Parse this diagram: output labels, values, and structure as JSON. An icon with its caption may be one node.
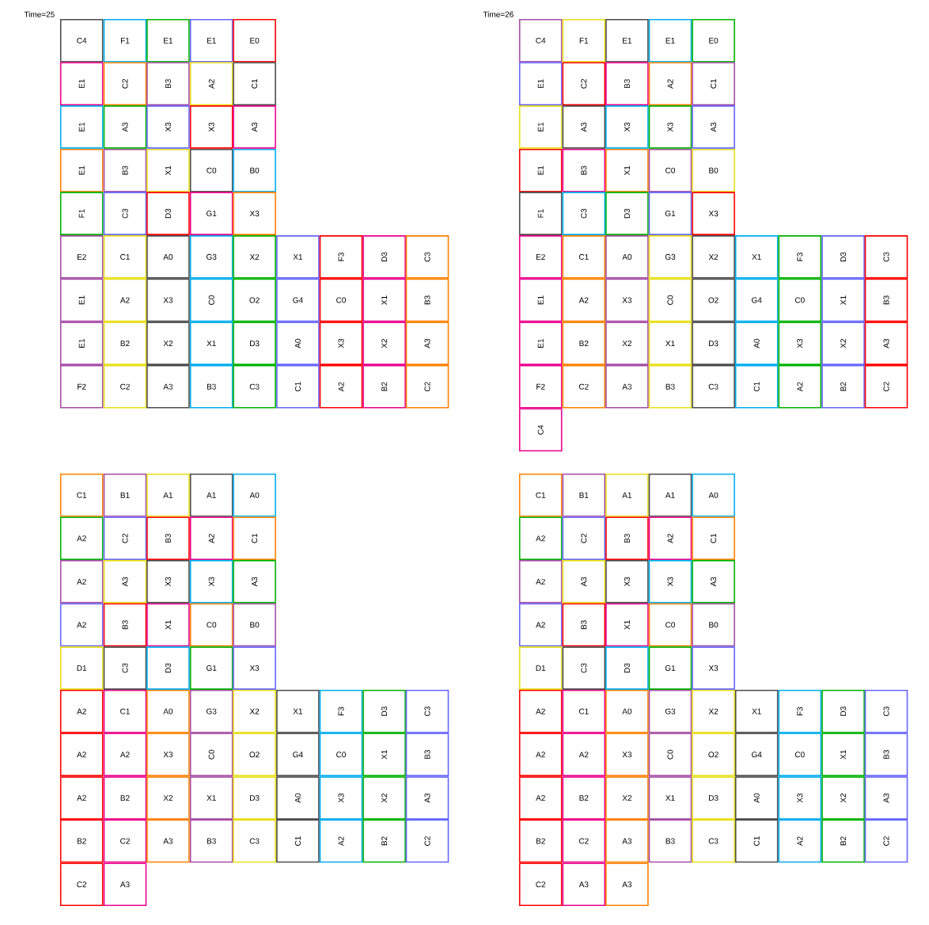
{
  "diagram": {
    "nodes": [
      {
        "text": [
          "C4"
        ]
      },
      {
        "text": [
          "F1"
        ]
      },
      {
        "text": [
          "E1"
        ]
      },
      {
        "text": [
          "E1"
        ]
      },
      {
        "text": [
          "E0"
        ]
      },
      {
        "text": [
          "E1"
        ]
      },
      {
        "text": [
          "C2"
        ]
      },
      {
        "text": [
          "B3"
        ]
      },
      {
        "text": [
          "A2"
        ]
      },
      {
        "text": [
          "C1"
        ]
      },
      {
        "text": [
          "E1"
        ]
      },
      {
        "text": [
          "A3"
        ]
      },
      {
        "text": [
          "X3"
        ]
      },
      {
        "text": [
          "X3"
        ]
      },
      {
        "text": [
          "A3"
        ]
      },
      {
        "text": [
          "E1"
        ]
      },
      {
        "text": [
          "B3"
        ]
      },
      {
        "text": [
          "X1"
        ]
      },
      {
        "text": [
          "C0"
        ]
      },
      {
        "text": [
          "B0"
        ]
      },
      {
        "text": [
          "F1"
        ]
      },
      {
        "text": [
          "C3"
        ]
      },
      {
        "text": [
          "D3"
        ]
      },
      {
        "text": [
          "G1"
        ]
      },
      {
        "text": [
          "X3"
        ]
      },
      {
        "text": [
          "E2"
        ]
      },
      {
        "text": [
          "C1"
        ]
      },
      {
        "text": [
          "A0"
        ]
      },
      {
        "text": [
          "G3"
        ]
      },
      {
        "text": [
          "X2"
        ]
      },
      {
        "text": [
          "X1"
        ]
      },
      {
        "text": [
          "F3"
        ]
      },
      {
        "text": [
          "D3"
        ]
      },
      {
        "text": [
          "C3"
        ]
      },
      {
        "text": [
          "E1"
        ]
      },
      {
        "text": [
          "A2"
        ]
      },
      {
        "text": [
          "X3"
        ]
      },
      {
        "text": [
          "C0"
        ]
      },
      {
        "text": [
          "O2"
        ]
      },
      {
        "text": [
          "G4"
        ]
      },
      {
        "text": [
          "C0"
        ]
      },
      {
        "text": [
          "X1"
        ]
      },
      {
        "text": [
          "B3"
        ]
      },
      {
        "text": [
          "E1"
        ]
      },
      {
        "text": [
          "B2"
        ]
      },
      {
        "text": [
          "X2"
        ]
      },
      {
        "text": [
          "X1"
        ]
      },
      {
        "text": [
          "D3"
        ]
      },
      {
        "text": [
          "A0"
        ]
      },
      {
        "text": [
          "X3"
        ]
      },
      {
        "text": [
          "X2"
        ]
      },
      {
        "text": [
          "A3"
        ]
      },
      {
        "text": [
          "F2"
        ]
      },
      {
        "text": [
          "C2"
        ]
      },
      {
        "text": [
          "A3"
        ]
      },
      {
        "text": [
          "B3"
        ]
      },
      {
        "text": [
          "C3"
        ]
      },
      {
        "text": [
          "C1"
        ]
      },
      {
        "text": [
          "A2"
        ]
      },
      {
        "text": [
          "B2"
        ]
      },
      {
        "text": [
          "C2"
        ]
      },
      {
        "text": [
          "C4"
        ]
      },
      {
        "text": [
          "F1"
        ]
      },
      {
        "text": [
          "E1"
        ]
      },
      {
        "text": [
          "E1"
        ]
      },
      {
        "text": [
          "E0"
        ]
      },
      {
        "text": [
          "E1"
        ]
      },
      {
        "text": [
          "C2"
        ]
      },
      {
        "text": [
          "B3"
        ]
      },
      {
        "text": [
          "A2"
        ]
      },
      {
        "text": [
          "C1"
        ]
      },
      {
        "text": [
          "E1"
        ]
      },
      {
        "text": [
          "A3"
        ]
      },
      {
        "text": [
          "X3"
        ]
      },
      {
        "text": [
          "X3"
        ]
      },
      {
        "text": [
          "A3"
        ]
      },
      {
        "text": [
          "E1"
        ]
      },
      {
        "text": [
          "B3"
        ]
      },
      {
        "text": [
          "X1"
        ]
      },
      {
        "text": [
          "C0"
        ]
      },
      {
        "text": [
          "B0"
        ]
      },
      {
        "text": [
          "F1"
        ]
      },
      {
        "text": [
          "C3"
        ]
      },
      {
        "text": [
          "D3"
        ]
      },
      {
        "text": [
          "G1"
        ]
      },
      {
        "text": [
          "X3"
        ]
      },
      {
        "text": [
          "E2"
        ]
      },
      {
        "text": [
          "C1"
        ]
      },
      {
        "text": [
          "A0"
        ]
      },
      {
        "text": [
          "G3"
        ]
      },
      {
        "text": [
          "X2"
        ]
      },
      {
        "text": [
          "X1"
        ]
      },
      {
        "text": [
          "F3"
        ]
      },
      {
        "text": [
          "D3"
        ]
      },
      {
        "text": [
          "C3"
        ]
      },
      {
        "text": [
          "E1"
        ]
      },
      {
        "text": [
          "A2"
        ]
      },
      {
        "text": [
          "X3"
        ]
      },
      {
        "text": [
          "C0"
        ]
      },
      {
        "text": [
          "O2"
        ]
      },
      {
        "text": [
          "G4"
        ]
      },
      {
        "text": [
          "C0"
        ]
      },
      {
        "text": [
          "X1"
        ]
      },
      {
        "text": [
          "B3"
        ]
      },
      {
        "text": [
          "E1"
        ]
      },
      {
        "text": [
          "B2"
        ]
      },
      {
        "text": [
          "X2"
        ]
      },
      {
        "text": [
          "X1"
        ]
      },
      {
        "text": [
          "D3"
        ]
      },
      {
        "text": [
          "A0"
        ]
      },
      {
        "text": [
          "X3"
        ]
      },
      {
        "text": [
          "X2"
        ]
      },
      {
        "text": [
          "A3"
        ]
      },
      {
        "text": [
          "F2"
        ]
      },
      {
        "text": [
          "C2"
        ]
      },
      {
        "text": [
          "A3"
        ]
      },
      {
        "text": [
          "B3"
        ]
      },
      {
        "text": [
          "C3"
        ]
      },
      {
        "text": [
          "C1"
        ]
      },
      {
        "text": [
          "A2"
        ]
      },
      {
        "text": [
          "B2"
        ]
      },
      {
        "text": [
          "C2"
        ]
      },
      {
        "text": [
          "C4"
        ]
      },
      {
        "text": [
          "C1"
        ]
      },
      {
        "text": [
          "B1"
        ]
      },
      {
        "text": [
          "A1"
        ]
      },
      {
        "text": [
          "A1"
        ]
      },
      {
        "text": [
          "A0"
        ]
      },
      {
        "text": [
          "A2"
        ]
      },
      {
        "text": [
          "C2"
        ]
      },
      {
        "text": [
          "B3"
        ]
      },
      {
        "text": [
          "A2"
        ]
      },
      {
        "text": [
          "C1"
        ]
      },
      {
        "text": [
          "A2"
        ]
      },
      {
        "text": [
          "A3"
        ]
      },
      {
        "text": [
          "X3"
        ]
      },
      {
        "text": [
          "X3"
        ]
      },
      {
        "text": [
          "A3"
        ]
      },
      {
        "text": [
          "A2"
        ]
      },
      {
        "text": [
          "B3"
        ]
      },
      {
        "text": [
          "X1"
        ]
      },
      {
        "text": [
          "C0"
        ]
      },
      {
        "text": [
          "B0"
        ]
      },
      {
        "text": [
          "D1"
        ]
      },
      {
        "text": [
          "C3"
        ]
      },
      {
        "text": [
          "D3"
        ]
      },
      {
        "text": [
          "G1"
        ]
      },
      {
        "text": [
          "X3"
        ]
      },
      {
        "text": [
          "A2"
        ]
      },
      {
        "text": [
          "C1"
        ]
      },
      {
        "text": [
          "A0"
        ]
      },
      {
        "text": [
          "G3"
        ]
      },
      {
        "text": [
          "X2"
        ]
      },
      {
        "text": [
          "X1"
        ]
      },
      {
        "text": [
          "F3"
        ]
      },
      {
        "text": [
          "D3"
        ]
      },
      {
        "text": [
          "C3"
        ]
      },
      {
        "text": [
          "A2"
        ]
      },
      {
        "text": [
          "A2"
        ]
      },
      {
        "text": [
          "X3"
        ]
      },
      {
        "text": [
          "C0"
        ]
      },
      {
        "text": [
          "O2"
        ]
      },
      {
        "text": [
          "G4"
        ]
      },
      {
        "text": [
          "C0"
        ]
      },
      {
        "text": [
          "X1"
        ]
      },
      {
        "text": [
          "B3"
        ]
      },
      {
        "text": [
          "A2"
        ]
      },
      {
        "text": [
          "B2"
        ]
      },
      {
        "text": [
          "X2"
        ]
      },
      {
        "text": [
          "X1"
        ]
      },
      {
        "text": [
          "D3"
        ]
      },
      {
        "text": [
          "A0"
        ]
      },
      {
        "text": [
          "X3"
        ]
      },
      {
        "text": [
          "X2"
        ]
      },
      {
        "text": [
          "A3"
        ]
      },
      {
        "text": [
          "B2"
        ]
      },
      {
        "text": [
          "C2"
        ]
      },
      {
        "text": [
          "A3"
        ]
      },
      {
        "text": [
          "B3"
        ]
      },
      {
        "text": [
          "C3"
        ]
      },
      {
        "text": [
          "C1"
        ]
      },
      {
        "text": [
          "A2"
        ]
      },
      {
        "text": [
          "B2"
        ]
      },
      {
        "text": [
          "C2"
        ]
      },
      {
        "text": [
          "C2"
        ]
      },
      {
        "text": [
          "A3"
        ]
      },
      {
        "text": [
          "C1"
        ]
      },
      {
        "text": [
          "B1"
        ]
      },
      {
        "text": [
          "A1"
        ]
      },
      {
        "text": [
          "A1"
        ]
      },
      {
        "text": [
          "A0"
        ]
      },
      {
        "text": [
          "A2"
        ]
      },
      {
        "text": [
          "C2"
        ]
      },
      {
        "text": [
          "B3"
        ]
      },
      {
        "text": [
          "A2"
        ]
      },
      {
        "text": [
          "C1"
        ]
      },
      {
        "text": [
          "A2"
        ]
      },
      {
        "text": [
          "A3"
        ]
      },
      {
        "text": [
          "X3"
        ]
      },
      {
        "text": [
          "X3"
        ]
      },
      {
        "text": [
          "A3"
        ]
      },
      {
        "text": [
          "A2"
        ]
      },
      {
        "text": [
          "B3"
        ]
      },
      {
        "text": [
          "X1"
        ]
      },
      {
        "text": [
          "C0"
        ]
      },
      {
        "text": [
          "B0"
        ]
      },
      {
        "text": [
          "D1"
        ]
      },
      {
        "text": [
          "C3"
        ]
      },
      {
        "text": [
          "D3"
        ]
      },
      {
        "text": [
          "G1"
        ]
      },
      {
        "text": [
          "X3"
        ]
      },
      {
        "text": [
          "A2"
        ]
      },
      {
        "text": [
          "C1"
        ]
      },
      {
        "text": [
          "A0"
        ]
      },
      {
        "text": [
          "G3"
        ]
      },
      {
        "text": [
          "X2"
        ]
      },
      {
        "text": [
          "X1"
        ]
      },
      {
        "text": [
          "F3"
        ]
      },
      {
        "text": [
          "D3"
        ]
      },
      {
        "text": [
          "C3"
        ]
      },
      {
        "text": [
          "A2"
        ]
      },
      {
        "text": [
          "A2"
        ]
      },
      {
        "text": [
          "X3"
        ]
      },
      {
        "text": [
          "C0"
        ]
      },
      {
        "text": [
          "O2"
        ]
      },
      {
        "text": [
          "G4"
        ]
      },
      {
        "text": [
          "C0"
        ]
      },
      {
        "text": [
          "X1"
        ]
      },
      {
        "text": [
          "B3"
        ]
      },
      {
        "text": [
          "A2"
        ]
      },
      {
        "text": [
          "B2"
        ]
      },
      {
        "text": [
          "X2"
        ]
      },
      {
        "text": [
          "X1"
        ]
      },
      {
        "text": [
          "D3"
        ]
      },
      {
        "text": [
          "A0"
        ]
      },
      {
        "text": [
          "X3"
        ]
      },
      {
        "text": [
          "X2"
        ]
      },
      {
        "text": [
          "A3"
        ]
      },
      {
        "text": [
          "B2"
        ]
      },
      {
        "text": [
          "C2"
        ]
      },
      {
        "text": [
          "A3"
        ]
      },
      {
        "text": [
          "B3"
        ]
      },
      {
        "text": [
          "C3"
        ]
      },
      {
        "text": [
          "C1"
        ]
      },
      {
        "text": [
          "A2"
        ]
      },
      {
        "text": [
          "B2"
        ]
      },
      {
        "text": [
          "C2"
        ]
      },
      {
        "text": [
          "C2"
        ]
      },
      {
        "text": [
          "A3"
        ]
      },
      {
        "text": [
          "A3"
        ]
      }
    ],
    "labels": [
      "Time=25",
      "Time=26"
    ]
  }
}
